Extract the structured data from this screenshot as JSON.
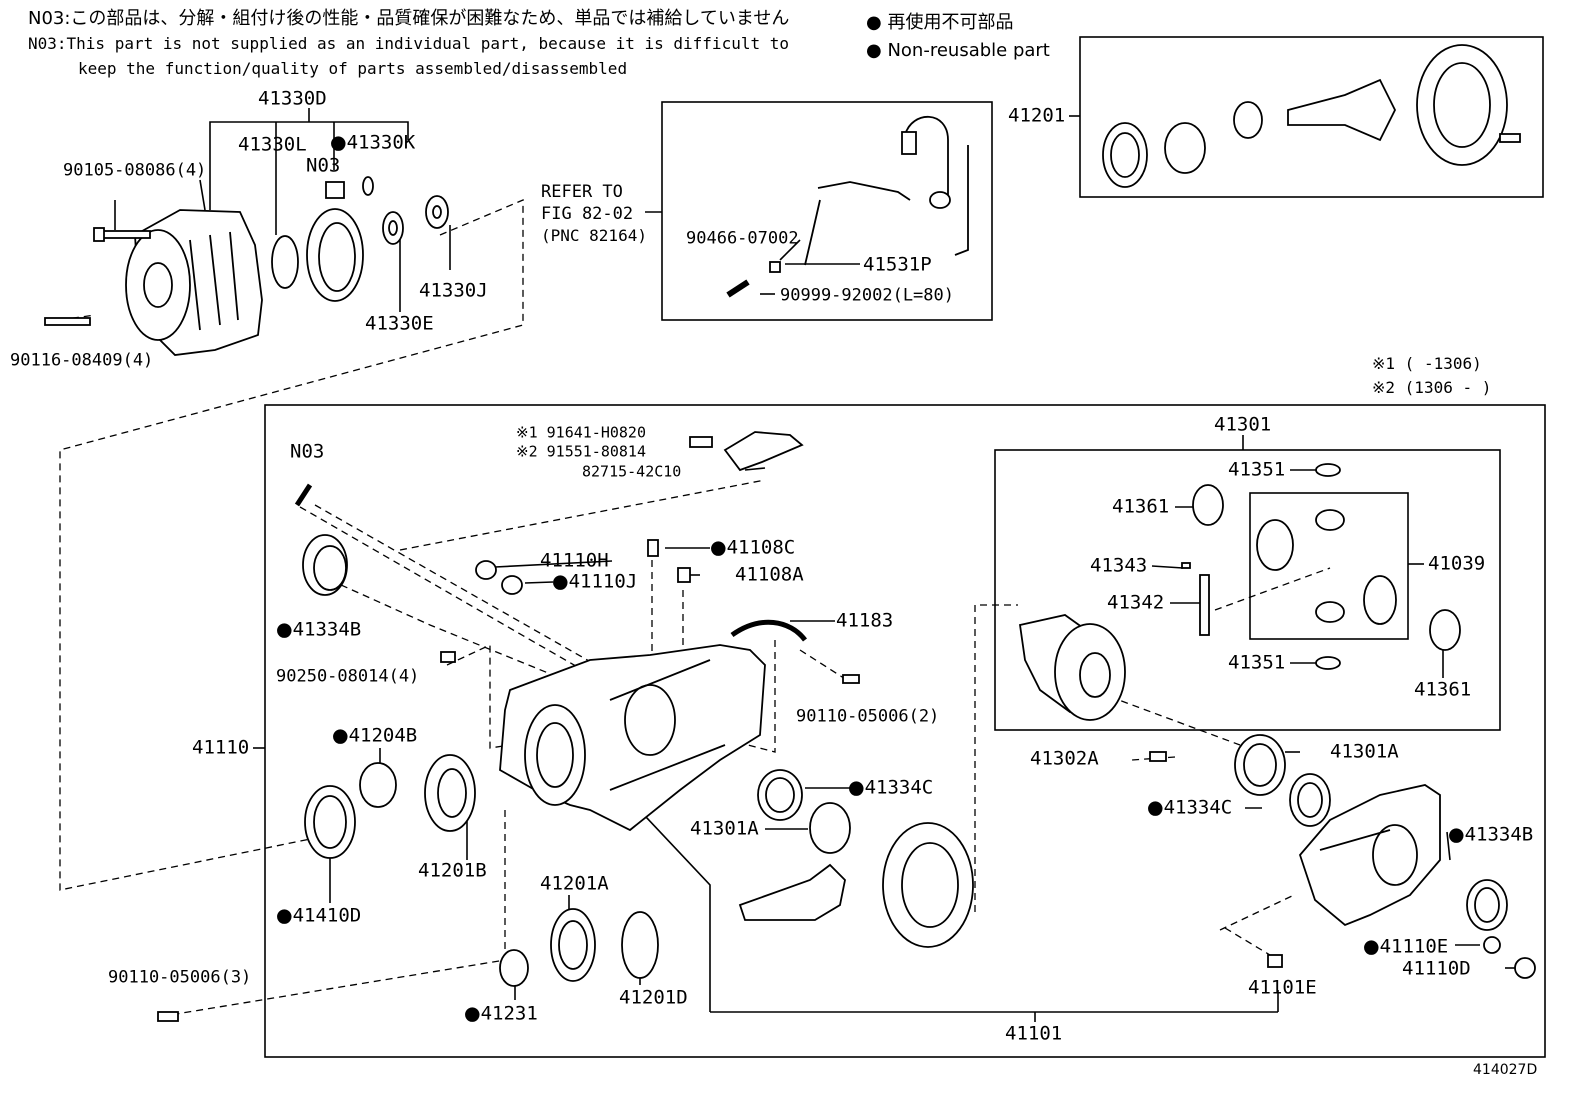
{
  "notes": {
    "n03_jp": "N03:この部品は、分解・組付け後の性能・品質確保が困難なため、単品では補給していません",
    "n03_en_1": "N03:This part is not supplied as an individual part, because it is difficult to",
    "n03_en_2": "keep the function/quality of parts assembled/disassembled"
  },
  "legend": {
    "non_reusable_jp": "再使用不可部品",
    "non_reusable_en": "Non-reusable part",
    "symbol": "●"
  },
  "refer": {
    "line1": "REFER TO",
    "line2": "FIG 82-02",
    "line3": "(PNC 82164)"
  },
  "period_notes": {
    "p1": "※1 (        -1306)",
    "p2": "※2 (1306  -      )"
  },
  "diagram_id": "414027D",
  "labels": {
    "l41330D": "41330D",
    "l41330L": "41330L",
    "l41330K": "41330K",
    "lN03a": "N03",
    "l90105": "90105-08086(4)",
    "l90116": "90116-08409(4)",
    "l41330J": "41330J",
    "l41330E": "41330E",
    "l90466": "90466-07002",
    "l41531P": "41531P",
    "l90999": "90999-92002(L=80)",
    "l41201": "41201",
    "lN03b": "N03",
    "l91641": "※1 91641-H0820",
    "l91551": "※2 91551-80814",
    "l82715": "82715-42C10",
    "l41301": "41301",
    "l41351a": "41351",
    "l41361a": "41361",
    "l41343": "41343",
    "l41342": "41342",
    "l41039": "41039",
    "l41351b": "41351",
    "l41361b": "41361",
    "l41110H": "41110H",
    "l41110J": "41110J",
    "l41108C": "41108C",
    "l41108A": "41108A",
    "l41183": "41183",
    "l41334B_a": "41334B",
    "l90250": "90250-08014(4)",
    "l90110_2": "90110-05006(2)",
    "l41110": "41110",
    "l41204B": "41204B",
    "l41302A": "41302A",
    "l41301A_a": "41301A",
    "l41334C_a": "41334C",
    "l41334C_b": "41334C",
    "l41334B_b": "41334B",
    "l41301A_b": "41301A",
    "l41201B": "41201B",
    "l41410D": "41410D",
    "l41201A": "41201A",
    "l41110E": "41110E",
    "l41110D": "41110D",
    "l41101E": "41101E",
    "l90110_3": "90110-05006(3)",
    "l41231": "41231",
    "l41201D": "41201D",
    "l41101": "41101"
  }
}
